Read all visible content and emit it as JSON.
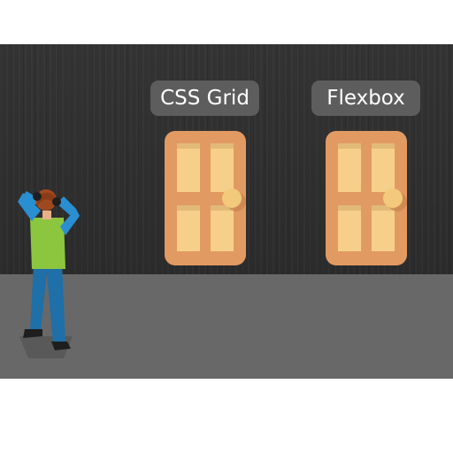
{
  "doors": [
    {
      "label": "CSS Grid"
    },
    {
      "label": "Flexbox"
    }
  ],
  "colors": {
    "wall": "#2f2f2f",
    "floor": "#686868",
    "label_bg": "#5d5d5d",
    "door": "#e29a63",
    "door_panel": "#f6d08a",
    "door_knob": "#f3c97b",
    "shirt": "#8cc63f",
    "sleeves": "#2a8fd0",
    "jeans": "#1f6fa8",
    "hair": "#a0491f"
  },
  "icons": [
    "door-icon",
    "door-knob-icon",
    "person-illustration"
  ]
}
